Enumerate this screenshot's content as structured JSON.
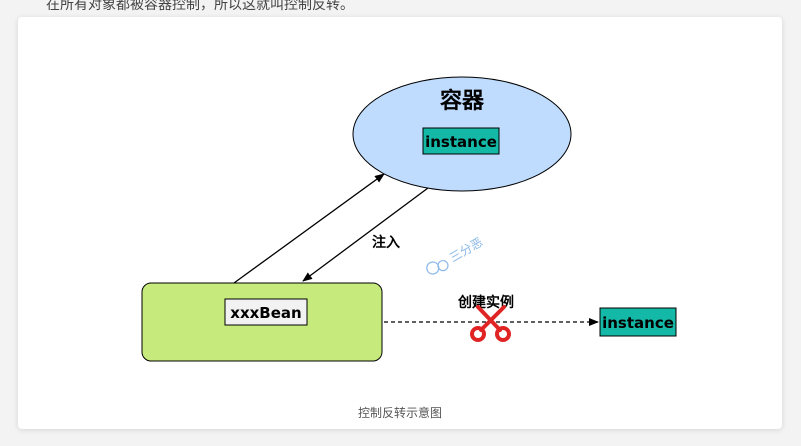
{
  "header": {
    "top_text": "在所有对象都被容器控制，所以这就叫控制反转。"
  },
  "diagram": {
    "container_label": "容器",
    "container_instance_label": "instance",
    "bean_label": "xxxBean",
    "inject_label": "注入",
    "create_instance_label": "创建实例",
    "external_instance_label": "instance",
    "watermark_text": "三分恶",
    "colors": {
      "ellipse_fill": "#bfdbfe",
      "bean_fill": "#c6ea7c",
      "instance_fill": "#14b8a6",
      "scissors": "#e02424"
    }
  },
  "caption": "控制反转示意图"
}
